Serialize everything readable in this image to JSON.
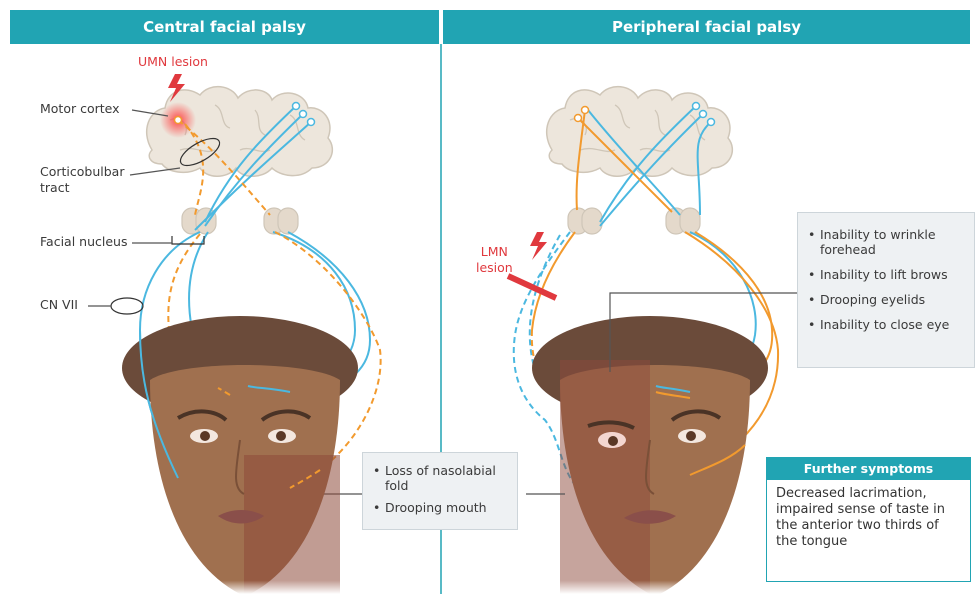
{
  "panels": {
    "left_title": "Central facial palsy",
    "right_title": "Peripheral facial palsy"
  },
  "labels": {
    "umn_lesion": "UMN lesion",
    "motor_cortex": "Motor cortex",
    "corticobulbar_1": "Corticobulbar",
    "corticobulbar_2": "tract",
    "facial_nucleus": "Facial nucleus",
    "cn_vii": "CN VII",
    "lmn_1": "LMN",
    "lmn_2": "lesion"
  },
  "central_box": {
    "item1_line1": "Loss of nasolabial",
    "item1_line2": "fold",
    "item2": "Drooping mouth"
  },
  "peripheral_box": {
    "item1_line1": "Inability to wrinkle",
    "item1_line2": "forehead",
    "item2": "Inability to lift brows",
    "item3": "Drooping eyelids",
    "item4": "Inability to close eye"
  },
  "further_symptoms": {
    "title": "Further symptoms",
    "line1": "Decreased lacrimation,",
    "line2": "impaired sense of taste in",
    "line3": "the anterior two thirds of",
    "line4": "the tongue"
  },
  "colors": {
    "teal": "#21a4b3",
    "blue_fiber": "#4bb8e0",
    "orange_fiber": "#f29a2e",
    "lesion_red": "#e0393e",
    "skin": "#a0704f"
  }
}
